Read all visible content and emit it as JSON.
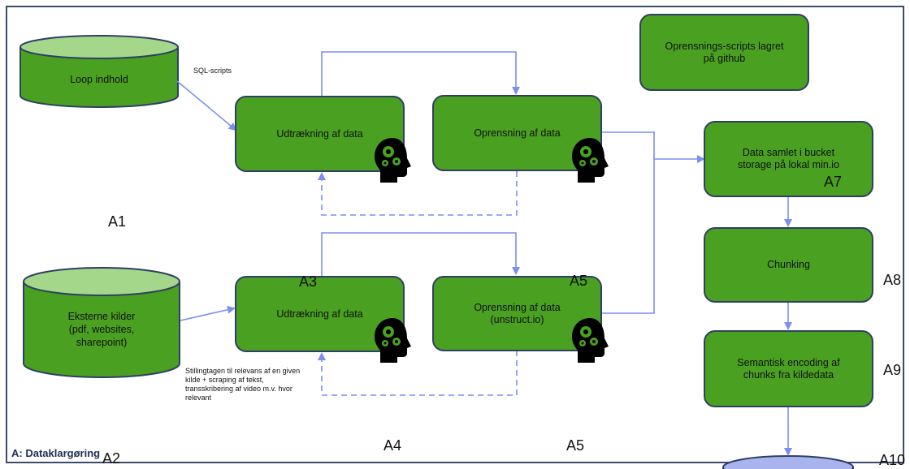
{
  "diagram": {
    "title": "A: Dataklargøring",
    "sources": {
      "loop": "Loop indhold",
      "external": "Eksterne kilder\n(pdf, websites,\nsharepoint)"
    },
    "edge_labels": {
      "sql": "SQL-scripts",
      "stillingtagen": "Stillingtagen til relevans af en given kilde + scraping af tekst, transskribering af video m.v. hvor relevant"
    },
    "boxes": {
      "extract_top": "Udtrækning af data",
      "clean_top": "Oprensning af data",
      "extract_bottom": "Udtrækning af data",
      "clean_bottom": "Oprensning af data\n(unstruct.io)",
      "scripts": "Oprensnings-scripts lagret\npå github",
      "bucket": "Data samlet i bucket\nstorage på lokal min.io",
      "chunking": "Chunking",
      "encoding": "Semantisk encoding af\nchunks fra kildedata"
    },
    "markers": {
      "a1": "A1",
      "a2": "A2",
      "a3": "A3",
      "a4": "A4",
      "a5_mid": "A5",
      "a5_bottom": "A5",
      "a7": "A7",
      "a8": "A8",
      "a9": "A9",
      "a10": "A10"
    },
    "icons": [
      "head-gears-icon"
    ],
    "colors": {
      "box_fill": "#4aa021",
      "cylinder_top": "#a5d78a",
      "border": "#2f3f63",
      "arrow": "#7b8ff0",
      "db_fill": "#a9b4ef"
    }
  }
}
